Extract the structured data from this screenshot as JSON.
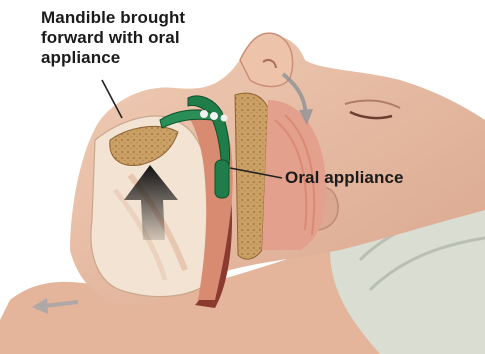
{
  "labels": {
    "mandible_lines": [
      "Mandible brought",
      "forward with oral",
      "appliance"
    ],
    "oral_appliance": "Oral appliance"
  },
  "icons": {
    "mandible_arrow": "up-arrow-icon",
    "airflow_arrow": "down-arrow-icon",
    "breath_arrow": "left-arrow-icon"
  },
  "colors": {
    "skin": "#e9bfa6",
    "skin_shadow": "#c98f78",
    "muscle": "#e3a08c",
    "bone": "#c99a5c",
    "airway": "#8a3a2e",
    "tongue": "#d98b72",
    "appliance": "#1f7d4a",
    "hair": "#d9ddd2",
    "arrow": "#1d1d1d"
  }
}
